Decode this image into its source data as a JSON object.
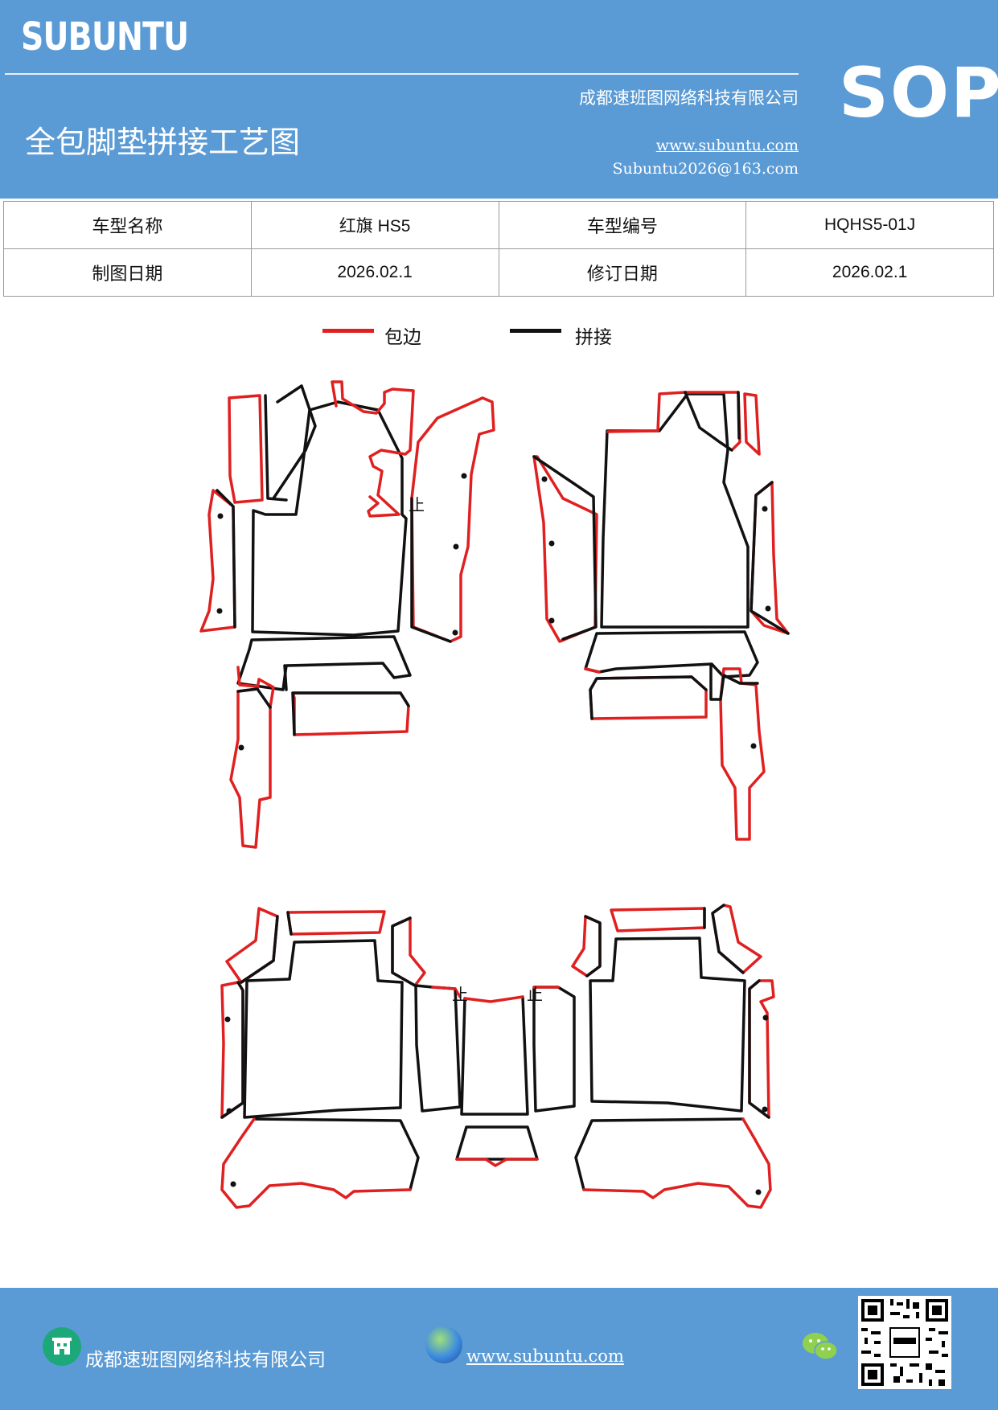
{
  "header": {
    "brand": "SUBUNTU",
    "company": "成都速班图网络科技有限公司",
    "title": "全包脚垫拼接工艺图",
    "website": "www.subuntu.com",
    "email": "Subuntu2026@163.com",
    "badge": "SOP"
  },
  "info_table": {
    "rows": [
      {
        "label1": "车型名称",
        "value1": "红旗 HS5",
        "label2": "车型编号",
        "value2": "HQHS5-01J"
      },
      {
        "label1": "制图日期",
        "value1": "2026.02.1",
        "label2": "修订日期",
        "value2": "2026.02.1"
      }
    ]
  },
  "legend": {
    "items": [
      {
        "label": "包边",
        "color": "#e02020"
      },
      {
        "label": "拼接",
        "color": "#111111"
      }
    ]
  },
  "diagram": {
    "markers": [
      "止",
      "止",
      "止"
    ]
  },
  "footer": {
    "company": "成都速班图网络科技有限公司",
    "website": "www.subuntu.com"
  },
  "colors": {
    "header_bg": "#5b9bd5",
    "edge_binding": "#e02020",
    "seam": "#111111"
  }
}
